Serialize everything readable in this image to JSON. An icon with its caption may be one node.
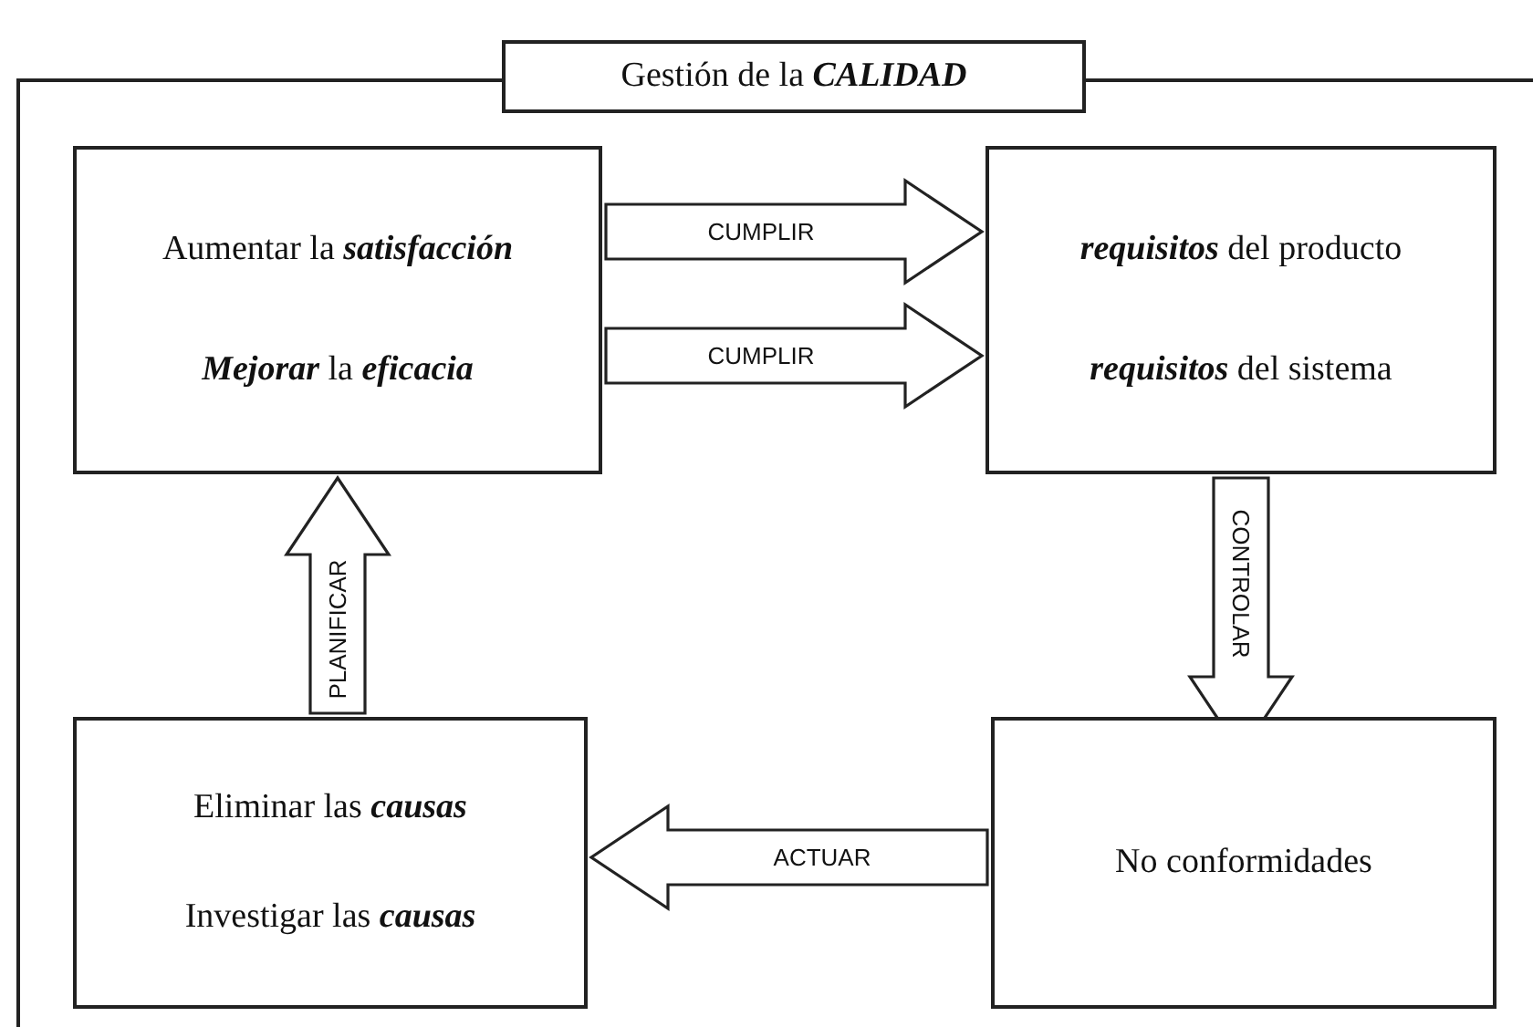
{
  "diagram": {
    "nodes": [
      {
        "text": [
          "Gestión de la *CALIDAD*"
        ]
      },
      {
        "text": [
          "Aumentar la *satisfacción*",
          "*Mejorar* la *eficacia*"
        ],
        "in": 0
      },
      {
        "text": [
          "*requisitos* del producto",
          "*requisitos* del sistema"
        ],
        "in": 0
      },
      {
        "text": [
          "Eliminar las *causas*",
          "Investigar las *causas*"
        ],
        "in": 0
      },
      {
        "text": [
          "No conformidades"
        ],
        "in": 0
      }
    ],
    "edges": [
      {
        "from": 1,
        "to": 2,
        "arrow": "to",
        "label": "CUMPLIR"
      },
      {
        "from": 1,
        "to": 2,
        "arrow": "to",
        "label": "CUMPLIR"
      },
      {
        "from": 2,
        "to": 4,
        "arrow": "to",
        "label": "CONTROLAR"
      },
      {
        "from": 4,
        "to": 3,
        "arrow": "to",
        "label": "ACTUAR"
      },
      {
        "from": 3,
        "to": 1,
        "arrow": "to",
        "label": "PLANIFICAR"
      }
    ]
  }
}
